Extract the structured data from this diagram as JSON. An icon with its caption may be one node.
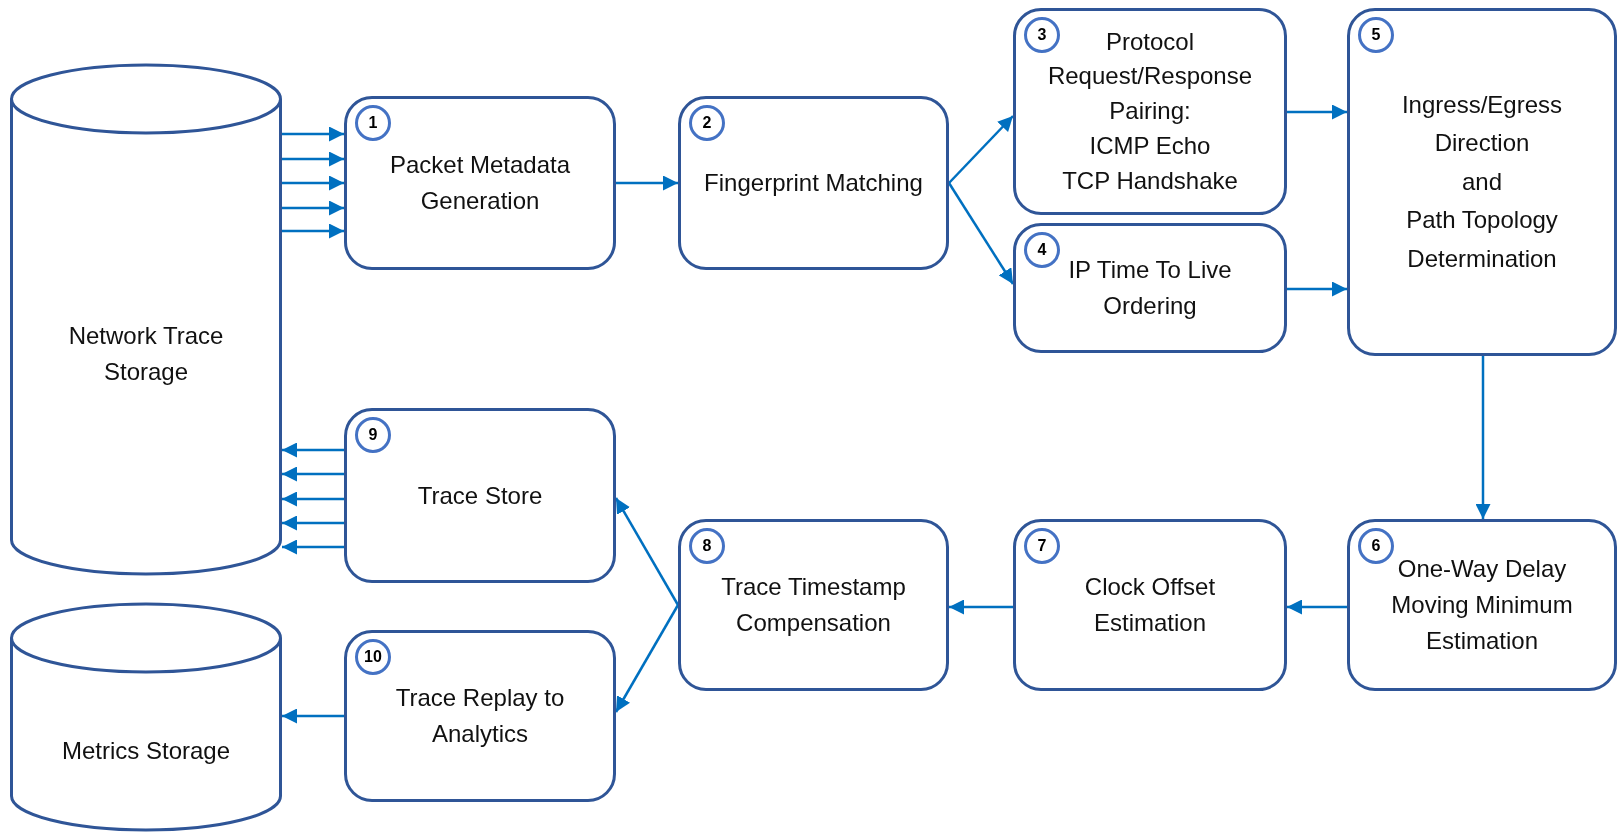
{
  "diagram": {
    "nodes": [
      {
        "text": [
          "Network Trace Storage"
        ]
      },
      {
        "text": [
          "1",
          "Packet Metadata Generation"
        ]
      },
      {
        "text": [
          "2",
          "Fingerprint Matching"
        ]
      },
      {
        "text": [
          "3",
          "Protocol Request/Response Pairing:",
          "ICMP Echo",
          "TCP Handshake"
        ]
      },
      {
        "text": [
          "4",
          "IP Time To Live Ordering"
        ]
      },
      {
        "text": [
          "5",
          "Ingress/Egress Direction",
          "and",
          "Path Topology Determination"
        ]
      },
      {
        "text": [
          "6",
          "One-Way Delay Moving Minimum Estimation"
        ]
      },
      {
        "text": [
          "7",
          "Clock Offset Estimation"
        ]
      },
      {
        "text": [
          "8",
          "Trace Timestamp Compensation"
        ]
      },
      {
        "text": [
          "9",
          "Trace Store"
        ]
      },
      {
        "text": [
          "10",
          "Trace Replay to Analytics"
        ]
      },
      {
        "text": [
          "Metrics Storage"
        ]
      }
    ],
    "edges": [
      {
        "from": 0,
        "to": 1,
        "arrow": "to"
      },
      {
        "from": 0,
        "to": 1,
        "arrow": "to"
      },
      {
        "from": 0,
        "to": 1,
        "arrow": "to"
      },
      {
        "from": 0,
        "to": 1,
        "arrow": "to"
      },
      {
        "from": 0,
        "to": 1,
        "arrow": "to"
      },
      {
        "from": 1,
        "to": 2,
        "arrow": "to"
      },
      {
        "from": 2,
        "to": 3,
        "arrow": "to"
      },
      {
        "from": 2,
        "to": 4,
        "arrow": "to"
      },
      {
        "from": 3,
        "to": 5,
        "arrow": "to"
      },
      {
        "from": 4,
        "to": 5,
        "arrow": "to"
      },
      {
        "from": 5,
        "to": 6,
        "arrow": "to"
      },
      {
        "from": 6,
        "to": 7,
        "arrow": "to"
      },
      {
        "from": 7,
        "to": 8,
        "arrow": "to"
      },
      {
        "from": 8,
        "to": 9,
        "arrow": "to"
      },
      {
        "from": 8,
        "to": 10,
        "arrow": "to"
      },
      {
        "from": 9,
        "to": 0,
        "arrow": "to"
      },
      {
        "from": 9,
        "to": 0,
        "arrow": "to"
      },
      {
        "from": 9,
        "to": 0,
        "arrow": "to"
      },
      {
        "from": 9,
        "to": 0,
        "arrow": "to"
      },
      {
        "from": 9,
        "to": 0,
        "arrow": "to"
      },
      {
        "from": 10,
        "to": 11,
        "arrow": "to"
      }
    ]
  }
}
